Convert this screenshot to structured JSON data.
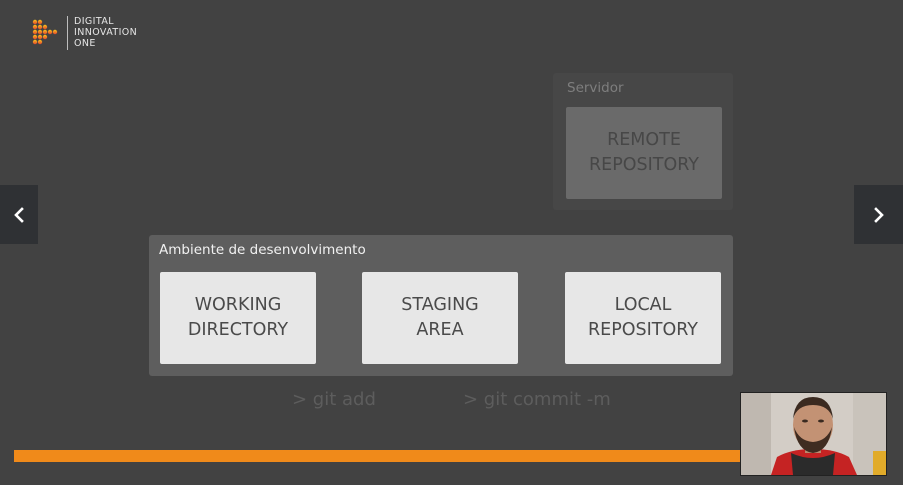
{
  "logo": {
    "lines": [
      "DIGITAL",
      "INNOVATION",
      "ONE"
    ],
    "icon": "play-triangle-logo-icon",
    "colors": {
      "top": "#f5b71a",
      "bottom": "#e8532a"
    }
  },
  "navigation": {
    "prev_icon": "chevron-left-icon",
    "next_icon": "chevron-right-icon"
  },
  "server": {
    "label": "Servidor",
    "remote_card": "REMOTE\nREPOSITORY"
  },
  "dev_environment": {
    "label": "Ambiente de desenvolvimento",
    "cards": [
      {
        "text": "WORKING\nDIRECTORY"
      },
      {
        "text": "STAGING\nAREA"
      },
      {
        "text": "LOCAL\nREPOSITORY"
      }
    ]
  },
  "commands": {
    "add": "> git add",
    "commit": "> git commit -m"
  },
  "progress": {
    "fraction": 1.0,
    "color": "#f08a1a"
  },
  "webcam": {
    "icon": "presenter-webcam-video"
  }
}
